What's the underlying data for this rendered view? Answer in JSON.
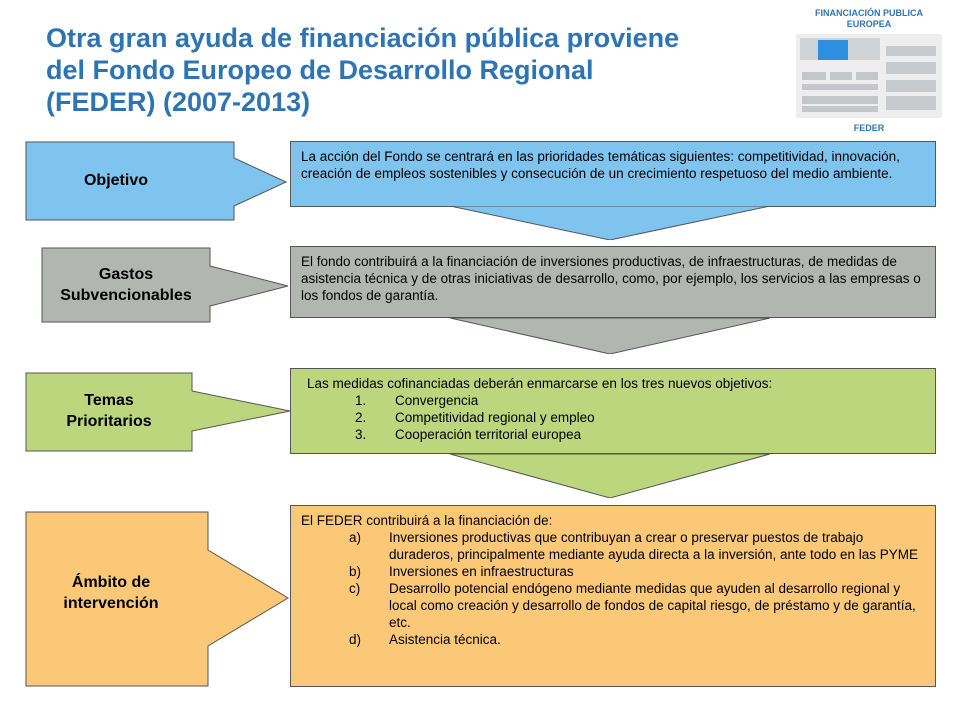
{
  "title": {
    "line1": "Otra gran ayuda de financiación pública proviene",
    "line2": "del Fondo Europeo de Desarrollo Regional",
    "line3": "(FEDER) (2007-2013)"
  },
  "thumbnail": {
    "top_label": "FINANCIACIÓN PUBLICA EUROPEA",
    "bottom_label": "FEDER"
  },
  "colors": {
    "title": "#2e74b5",
    "objetivo": "#7fc4ef",
    "gastos": "#b1b6b1",
    "temas": "#bcd67e",
    "ambito": "#fbc877",
    "border": "#555555"
  },
  "rows": {
    "objetivo": {
      "label": "Objetivo",
      "text": "La acción del Fondo se centrará en las prioridades temáticas siguientes: competitividad, innovación, creación de empleos sostenibles y consecución de un crecimiento respetuoso del medio ambiente."
    },
    "gastos": {
      "label_line1": "Gastos",
      "label_line2": "Subvencionables",
      "text": "El fondo contribuirá a la financiación de inversiones productivas, de infraestructuras, de medidas de asistencia técnica y de otras iniciativas de desarrollo, como, por ejemplo, los servicios a las empresas o los fondos de garantía."
    },
    "temas": {
      "label_line1": "Temas",
      "label_line2": "Prioritarios",
      "intro": "Las medidas cofinanciadas deberán enmarcarse en los tres nuevos objetivos:",
      "items": [
        {
          "num": "1.",
          "text": "Convergencia"
        },
        {
          "num": "2.",
          "text": "Competitividad regional y empleo"
        },
        {
          "num": "3.",
          "text": "Cooperación territorial europea"
        }
      ]
    },
    "ambito": {
      "label_line1": "Ámbito de",
      "label_line2": "intervención",
      "intro": "El FEDER contribuirá a la financiación de:",
      "items": [
        {
          "num": "a)",
          "text": "Inversiones productivas que contribuyan a crear o preservar puestos de trabajo duraderos, principalmente mediante ayuda directa a la inversión, ante todo en las PYME"
        },
        {
          "num": "b)",
          "text": "Inversiones en infraestructuras"
        },
        {
          "num": "c)",
          "text": "Desarrollo potencial endógeno mediante medidas que ayuden al desarrollo regional y local como creación y desarrollo de fondos de capital riesgo, de préstamo y de garantía, etc."
        },
        {
          "num": "d)",
          "text": "Asistencia técnica."
        }
      ]
    }
  }
}
